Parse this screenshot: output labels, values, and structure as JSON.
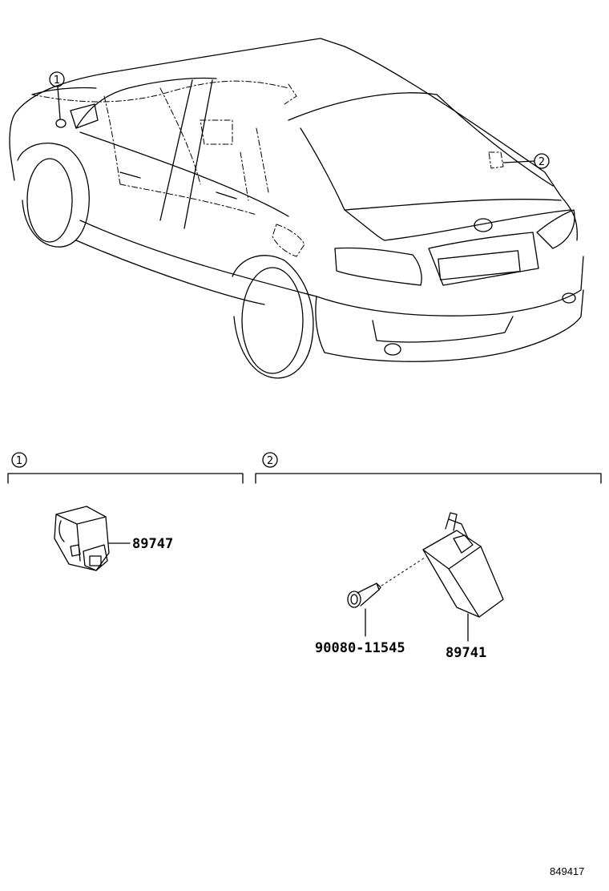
{
  "diagram": {
    "callouts": [
      {
        "number": "1"
      },
      {
        "number": "2"
      }
    ],
    "sections": [
      {
        "number": "1",
        "parts": [
          {
            "part_number": "89747"
          }
        ]
      },
      {
        "number": "2",
        "parts": [
          {
            "part_number": "90080-11545"
          },
          {
            "part_number": "89741"
          }
        ]
      }
    ],
    "drawing_number": "849417"
  }
}
